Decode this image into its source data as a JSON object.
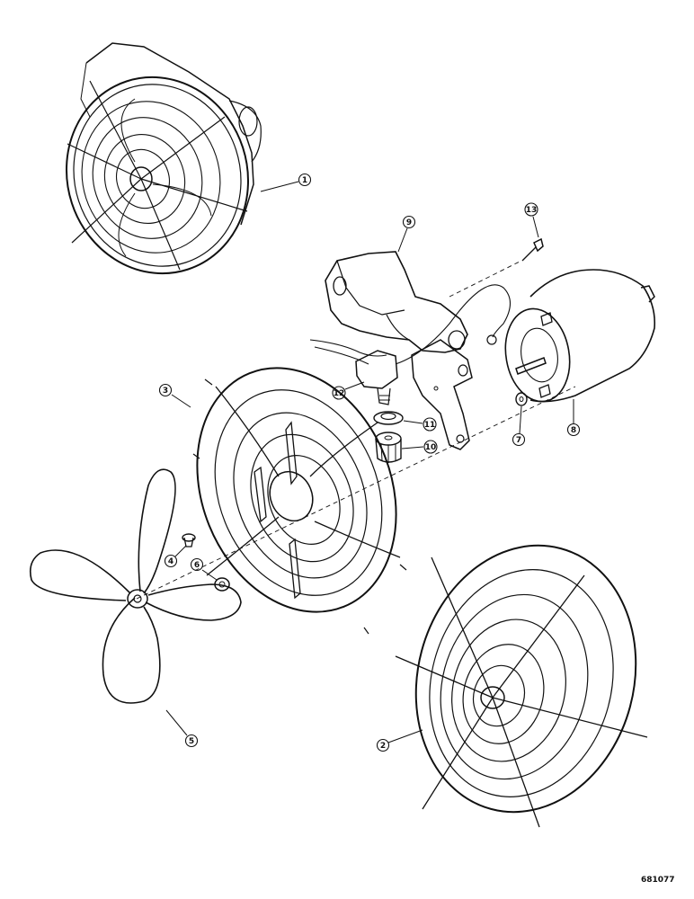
{
  "diagram": {
    "reference_number": "681077",
    "callouts": [
      {
        "id": "1",
        "label": "1"
      },
      {
        "id": "2",
        "label": "2"
      },
      {
        "id": "3",
        "label": "3"
      },
      {
        "id": "4",
        "label": "4"
      },
      {
        "id": "5",
        "label": "5"
      },
      {
        "id": "6",
        "label": "6"
      },
      {
        "id": "7",
        "label": "7"
      },
      {
        "id": "8",
        "label": "8"
      },
      {
        "id": "9",
        "label": "9"
      },
      {
        "id": "10",
        "label": "10"
      },
      {
        "id": "11",
        "label": "11"
      },
      {
        "id": "12",
        "label": "12"
      },
      {
        "id": "13",
        "label": "13"
      }
    ]
  }
}
